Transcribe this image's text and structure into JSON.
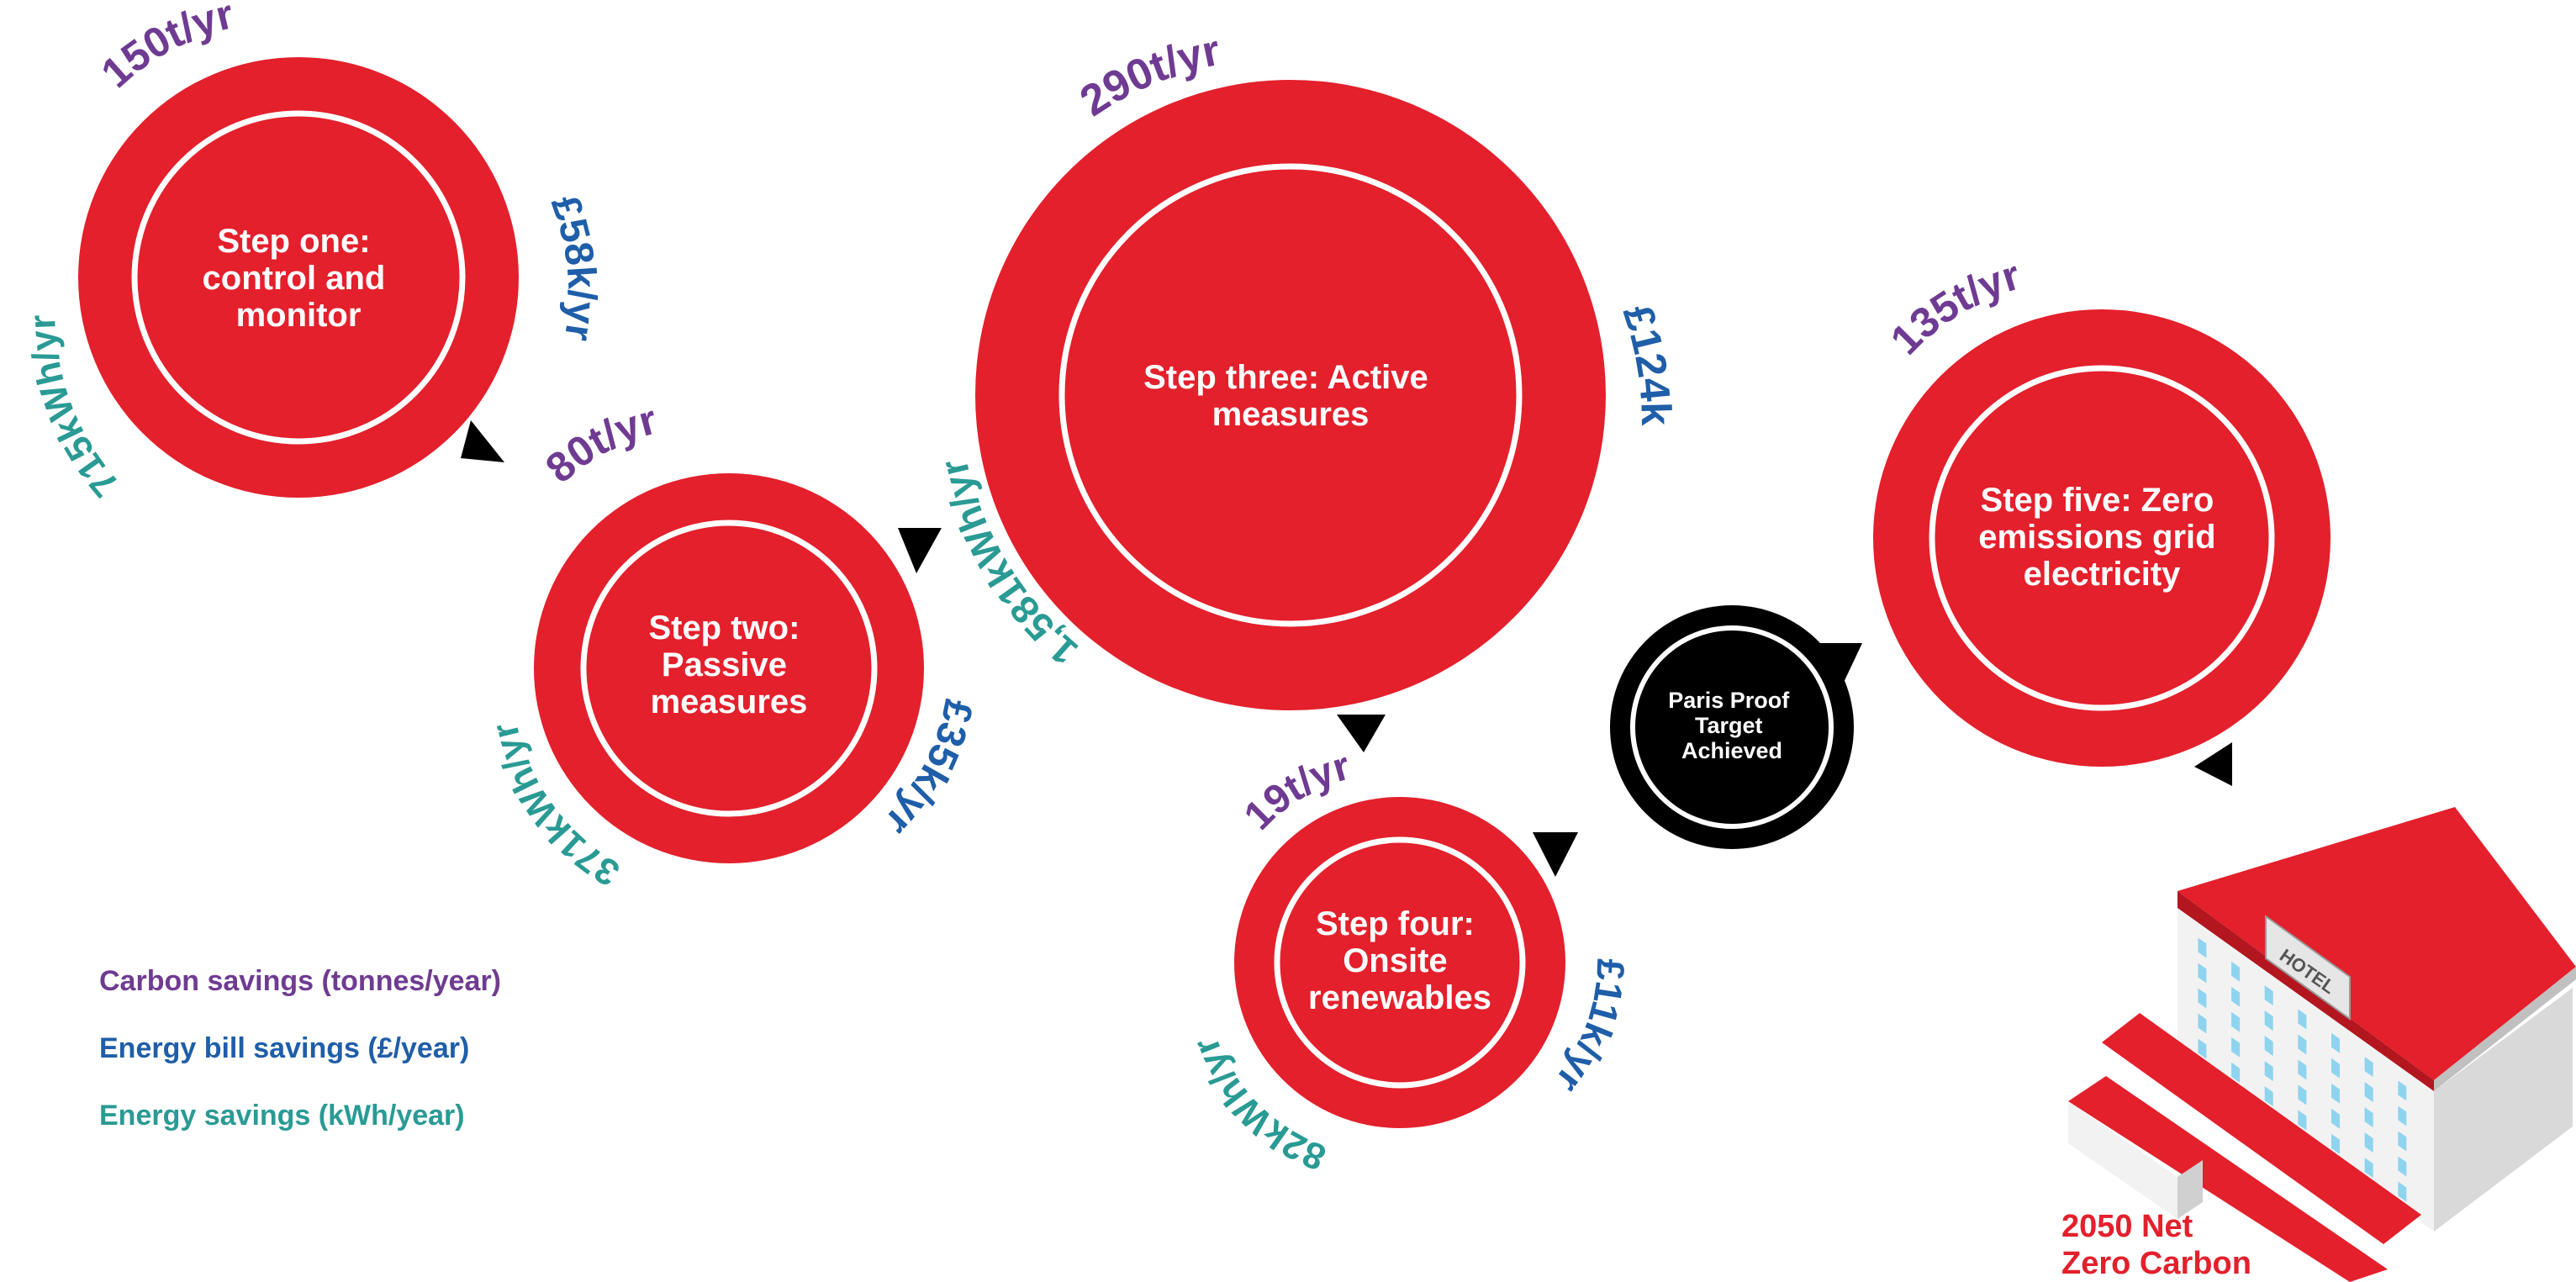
{
  "colors": {
    "step_red": "#e3202c",
    "ring_white": "#ffffff",
    "milestone_black": "#000000",
    "carbon_purple": "#6f3b92",
    "bill_blue": "#1f5ea8",
    "energy_teal": "#2a9a94"
  },
  "steps": [
    {
      "label": [
        "Step one:",
        "control and",
        "monitor"
      ],
      "carbon": "150t/yr",
      "bill": "£58k/yr",
      "energy": "715kWh/yr"
    },
    {
      "label": [
        "Step two:",
        "Passive",
        "measures"
      ],
      "carbon": "80t/yr",
      "bill": "£35k/yr",
      "energy": "371kWh/yr"
    },
    {
      "label": [
        "Step three: Active",
        "measures"
      ],
      "carbon": "290t/yr",
      "bill": "£124k",
      "energy": "1,581kWh/yr"
    },
    {
      "label": [
        "Step four:",
        "Onsite",
        "renewables"
      ],
      "carbon": "19t/yr",
      "bill": "£11k/yr",
      "energy": "82kWh/yr"
    },
    {
      "label": [
        "Step five: Zero",
        "emissions grid",
        "electricity"
      ],
      "carbon": "135t/yr",
      "bill": "",
      "energy": ""
    }
  ],
  "milestone": {
    "label": [
      "Paris Proof",
      "Target",
      "Achieved"
    ]
  },
  "legend": {
    "carbon": "Carbon savings (tonnes/year)",
    "bill": "Energy bill savings (£/year)",
    "energy": "Energy savings (kWh/year)"
  },
  "building": {
    "sign": "HOTEL",
    "icon": "hotel-building-icon"
  },
  "final": {
    "line1": "2050 Net",
    "line2": "Zero Carbon"
  }
}
